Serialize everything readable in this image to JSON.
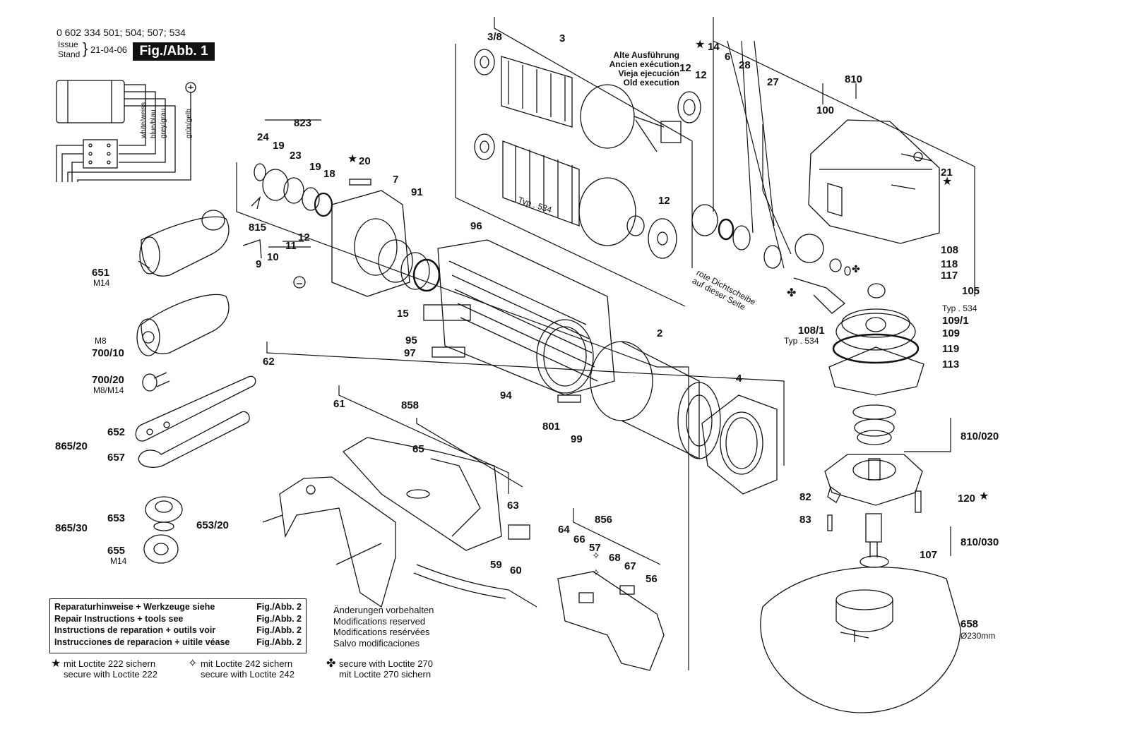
{
  "header": {
    "part_number": "0 602 334 501; 504; 507; 534",
    "issue_label": "Issue",
    "stand_label": "Stand",
    "date": "21-04-06",
    "figure": "Fig./Abb. 1"
  },
  "wiring": {
    "wire_labels": [
      "white/weiss",
      "blue/blau",
      "grey/grau",
      "grün/gelb"
    ]
  },
  "old_execution": {
    "lines": [
      "Alte Ausführung",
      "Ancien exécution",
      "Vieja ejecución",
      "Old execution"
    ]
  },
  "red_seal_note": {
    "lines": [
      "rote Dichtscheibe",
      "auf dieser Seite"
    ]
  },
  "callouts": [
    {
      "id": "c3_8",
      "text": "3/8"
    },
    {
      "id": "c3",
      "text": "3"
    },
    {
      "id": "c12a",
      "text": "12"
    },
    {
      "id": "c12b",
      "text": "12"
    },
    {
      "id": "c14",
      "text": "14"
    },
    {
      "id": "c6",
      "text": "6"
    },
    {
      "id": "c28",
      "text": "28"
    },
    {
      "id": "c27",
      "text": "27"
    },
    {
      "id": "c810",
      "text": "810"
    },
    {
      "id": "c100",
      "text": "100"
    },
    {
      "id": "c21",
      "text": "21"
    },
    {
      "id": "c823",
      "text": "823"
    },
    {
      "id": "c24",
      "text": "24"
    },
    {
      "id": "c19a",
      "text": "19"
    },
    {
      "id": "c23",
      "text": "23"
    },
    {
      "id": "c19b",
      "text": "19"
    },
    {
      "id": "c18",
      "text": "18"
    },
    {
      "id": "c20",
      "text": "20"
    },
    {
      "id": "c7",
      "text": "7"
    },
    {
      "id": "c91",
      "text": "91"
    },
    {
      "id": "c96",
      "text": "96"
    },
    {
      "id": "c12c",
      "text": "12"
    },
    {
      "id": "c815",
      "text": "815"
    },
    {
      "id": "c12d",
      "text": "12"
    },
    {
      "id": "c11",
      "text": "11"
    },
    {
      "id": "c10",
      "text": "10"
    },
    {
      "id": "c9",
      "text": "9"
    },
    {
      "id": "c108",
      "text": "108"
    },
    {
      "id": "c118",
      "text": "118"
    },
    {
      "id": "c117",
      "text": "117"
    },
    {
      "id": "c105",
      "text": "105"
    },
    {
      "id": "ctyp534a",
      "text": "Typ . 534"
    },
    {
      "id": "c109_1",
      "text": "109/1"
    },
    {
      "id": "c109",
      "text": "109"
    },
    {
      "id": "c119",
      "text": "119"
    },
    {
      "id": "c113",
      "text": "113"
    },
    {
      "id": "c108_1",
      "text": "108/1"
    },
    {
      "id": "ctyp534b",
      "text": "Typ . 534"
    },
    {
      "id": "c651",
      "text": "651"
    },
    {
      "id": "cM14a",
      "text": "M14"
    },
    {
      "id": "c15",
      "text": "15"
    },
    {
      "id": "c95",
      "text": "95"
    },
    {
      "id": "c97",
      "text": "97"
    },
    {
      "id": "c2",
      "text": "2"
    },
    {
      "id": "cM8a",
      "text": "M8"
    },
    {
      "id": "c700_10",
      "text": "700/10"
    },
    {
      "id": "c4",
      "text": "4"
    },
    {
      "id": "c700_20",
      "text": "700/20"
    },
    {
      "id": "cM8M14",
      "text": "M8/M14"
    },
    {
      "id": "c62",
      "text": "62"
    },
    {
      "id": "c61",
      "text": "61"
    },
    {
      "id": "c858",
      "text": "858"
    },
    {
      "id": "c94",
      "text": "94"
    },
    {
      "id": "c801",
      "text": "801"
    },
    {
      "id": "c99",
      "text": "99"
    },
    {
      "id": "c810_020",
      "text": "810/020"
    },
    {
      "id": "c865_20",
      "text": "865/20"
    },
    {
      "id": "c652",
      "text": "652"
    },
    {
      "id": "c657",
      "text": "657"
    },
    {
      "id": "c65",
      "text": "65"
    },
    {
      "id": "c82",
      "text": "82"
    },
    {
      "id": "c120",
      "text": "120"
    },
    {
      "id": "c63",
      "text": "63"
    },
    {
      "id": "c83",
      "text": "83"
    },
    {
      "id": "c653",
      "text": "653"
    },
    {
      "id": "c653_20",
      "text": "653/20"
    },
    {
      "id": "c865_30",
      "text": "865/30"
    },
    {
      "id": "c856",
      "text": "856"
    },
    {
      "id": "c64",
      "text": "64"
    },
    {
      "id": "c66",
      "text": "66"
    },
    {
      "id": "c57",
      "text": "57"
    },
    {
      "id": "c68",
      "text": "68"
    },
    {
      "id": "c67",
      "text": "67"
    },
    {
      "id": "c56",
      "text": "56"
    },
    {
      "id": "c810_030",
      "text": "810/030"
    },
    {
      "id": "c655",
      "text": "655"
    },
    {
      "id": "cM14b",
      "text": "M14"
    },
    {
      "id": "c59",
      "text": "59"
    },
    {
      "id": "c60",
      "text": "60"
    },
    {
      "id": "c107",
      "text": "107"
    },
    {
      "id": "c658",
      "text": "658"
    },
    {
      "id": "c230",
      "text": "Ø230mm"
    },
    {
      "id": "ctyp534c",
      "text": "Typ . 534"
    }
  ],
  "repair_box": {
    "rows": [
      {
        "text": "Reparaturhinweise + Werkzeuge siehe",
        "ref": "Fig./Abb. 2"
      },
      {
        "text": "Repair Instructions + tools see",
        "ref": "Fig./Abb. 2"
      },
      {
        "text": "Instructions de reparation + outils voir",
        "ref": "Fig./Abb. 2"
      },
      {
        "text": "Instrucciones de reparacion + uitile véase",
        "ref": "Fig./Abb. 2"
      }
    ]
  },
  "modifications": {
    "lines": [
      "Änderungen vorbehalten",
      "Modifications reserved",
      "Modifications resérvées",
      "Salvo modificaciones"
    ]
  },
  "legend": {
    "loctite222": [
      "mit Loctite 222 sichern",
      "secure with Loctite 222"
    ],
    "loctite242": [
      "mit Loctite 242 sichern",
      "secure with Loctite 242"
    ],
    "loctite270": [
      "secure with Loctite 270",
      "mit Loctite 270 sichern"
    ],
    "symbols": {
      "star": "★",
      "open_star": "✧",
      "club": "✤"
    }
  }
}
